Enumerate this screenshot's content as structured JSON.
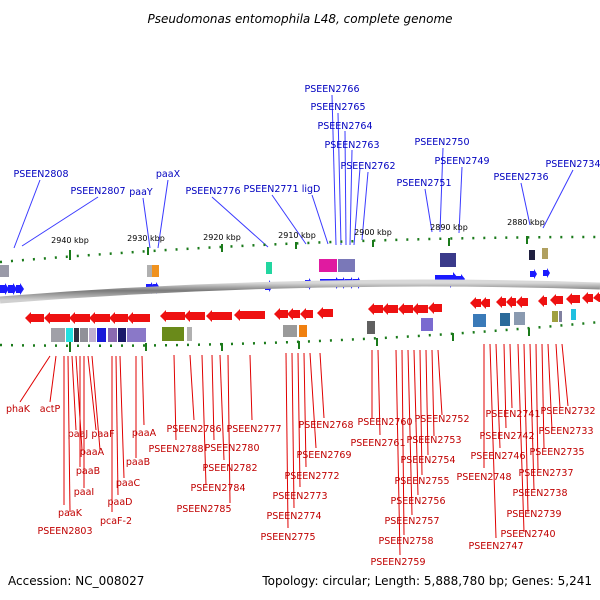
{
  "title": "Pseudomonas entomophila L48, complete genome",
  "footer": {
    "accession": "Accession: NC_008027",
    "stats": "Topology: circular; Length: 5,888,780 bp; Genes: 5,241"
  },
  "ruler_ticks": [
    "2940 kbp",
    "2930 kbp",
    "2920 kbp",
    "2910 kbp",
    "2900 kbp",
    "2890 kbp",
    "2880 kbp"
  ],
  "top_labels": [
    "PSEEN2766",
    "PSEEN2765",
    "PSEEN2764",
    "PSEEN2763",
    "PSEEN2762",
    "PSEEN2750",
    "PSEEN2749",
    "PSEEN2751",
    "PSEEN2736",
    "PSEEN2734",
    "PSEEN2808",
    "paaX",
    "PSEEN2807",
    "paaY",
    "PSEEN2776",
    "PSEEN2771",
    "ligD"
  ],
  "bottom_labels": [
    "phaK",
    "actP",
    "paaJ",
    "paaF",
    "paaA",
    "paaB",
    "paaI",
    "paaK",
    "PSEEN2803",
    "paaD",
    "paaC",
    "pcaF-2",
    "paaB",
    "paaA",
    "PSEEN2786",
    "PSEEN2788",
    "PSEEN2780",
    "PSEEN2777",
    "PSEEN2782",
    "PSEEN2784",
    "PSEEN2785",
    "PSEEN2768",
    "PSEEN2769",
    "PSEEN2772",
    "PSEEN2773",
    "PSEEN2774",
    "PSEEN2775",
    "PSEEN2760",
    "PSEEN2761",
    "PSEEN2752",
    "PSEEN2753",
    "PSEEN2754",
    "PSEEN2755",
    "PSEEN2756",
    "PSEEN2757",
    "PSEEN2758",
    "PSEEN2759",
    "PSEEN2741",
    "PSEEN2742",
    "PSEEN2746",
    "PSEEN2748",
    "PSEEN2747",
    "PSEEN2732",
    "PSEEN2733",
    "PSEEN2735",
    "PSEEN2737",
    "PSEEN2738",
    "PSEEN2739",
    "PSEEN2740"
  ],
  "colors": {
    "forward_gene": "#1a1aff",
    "reverse_gene": "#ee1111",
    "top_label": "#0000c0",
    "bottom_label": "#c00000",
    "backbone": "#8a8a8a",
    "tick": "#1a7a1a"
  }
}
